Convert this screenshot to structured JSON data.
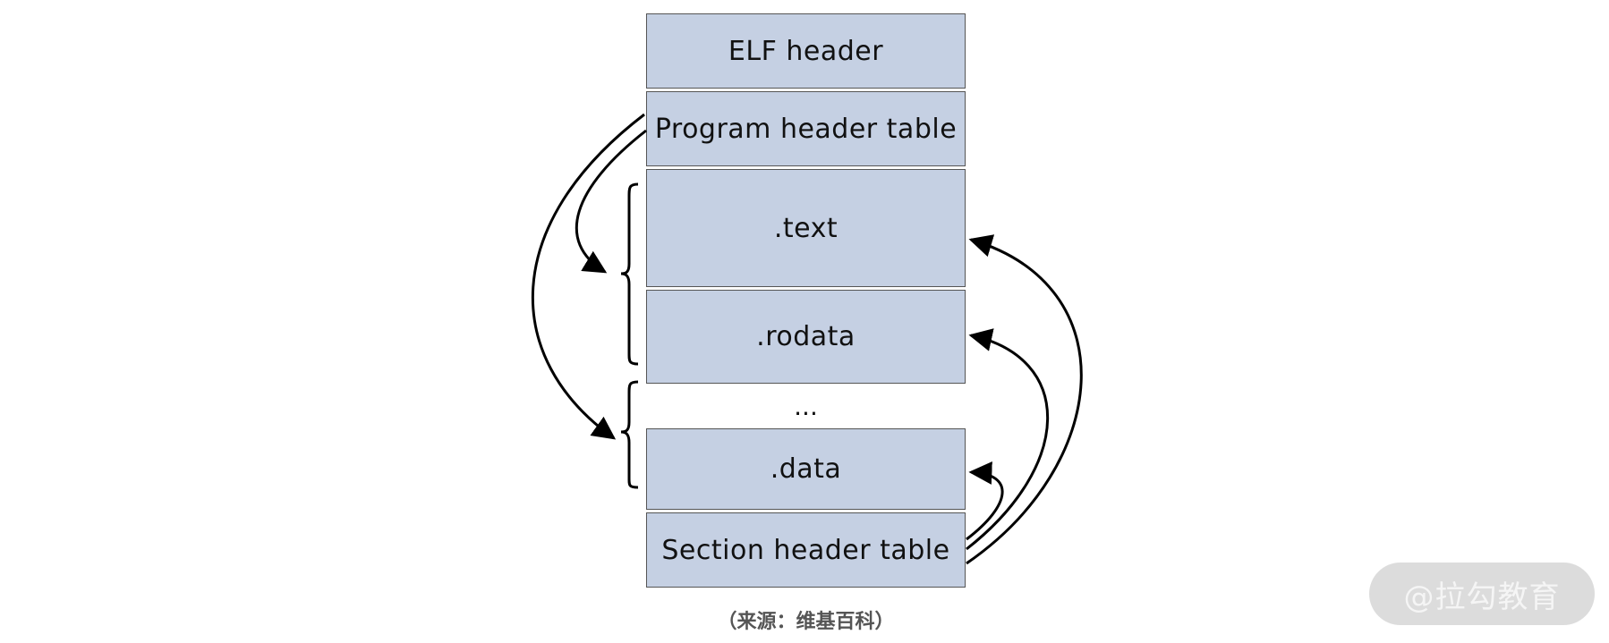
{
  "diagram": {
    "blocks": [
      {
        "id": "elf",
        "label": "ELF header"
      },
      {
        "id": "pht",
        "label": "Program header table"
      },
      {
        "id": "text",
        "label": ".text"
      },
      {
        "id": "rodata",
        "label": ".rodata"
      },
      {
        "id": "data",
        "label": ".data"
      },
      {
        "id": "sht",
        "label": "Section header table"
      }
    ],
    "ellipsis": "...",
    "caption": "（来源：维基百科）",
    "watermark": "@拉勾教育",
    "colors": {
      "block_fill": "#c5d0e3",
      "block_border": "#555555",
      "arrow": "#000000"
    }
  }
}
